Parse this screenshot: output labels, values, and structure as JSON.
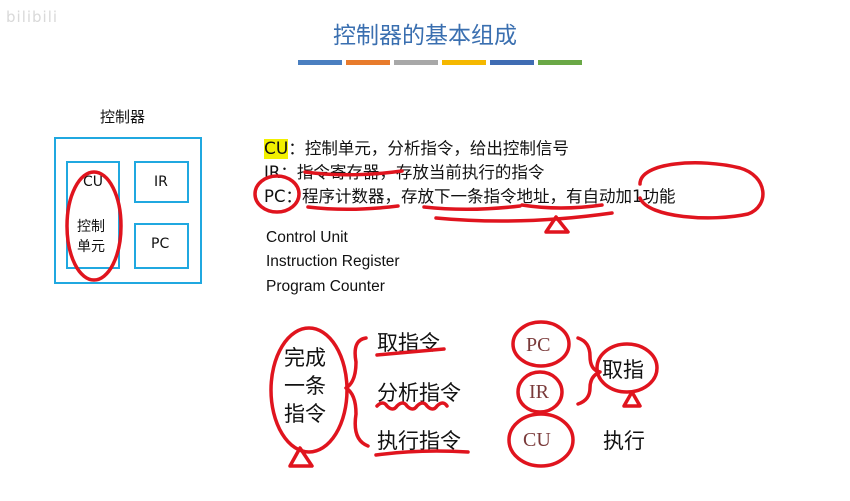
{
  "watermark": "bilibili",
  "title": "控制器的基本组成",
  "accent_bars": [
    "#4a7fc0",
    "#e87b2c",
    "#a8a8a8",
    "#f5b800",
    "#3f6cb3",
    "#6aa846"
  ],
  "diagram": {
    "label": "控制器",
    "cu": "CU",
    "cu_sub_1": "控制",
    "cu_sub_2": "单元",
    "ir": "IR",
    "pc": "PC"
  },
  "defs": [
    {
      "abbr": "CU",
      "sep": "：",
      "text": "控制单元，分析指令，给出控制信号"
    },
    {
      "abbr": "IR",
      "sep": "：",
      "text": "指令寄存器，存放当前执行的指令"
    },
    {
      "abbr": "PC",
      "sep": "：",
      "text": "程序计数器，存放下一条指令地址，有自动加1功能"
    }
  ],
  "english": [
    "Control Unit",
    "Instruction Register",
    "Program Counter"
  ],
  "notes": {
    "left_1": "完成",
    "left_2": "一条",
    "left_3": "指令",
    "step_1": "取指令",
    "step_2": "分析指令",
    "step_3": "执行指令",
    "reg_1": "PC",
    "reg_2": "IR",
    "reg_3": "CU",
    "fetch": "取指",
    "exec": "执行"
  },
  "colors": {
    "title": "#3a6fb0",
    "box": "#20a8e0",
    "highlight": "#f2f000",
    "ink": "#e0141e"
  }
}
